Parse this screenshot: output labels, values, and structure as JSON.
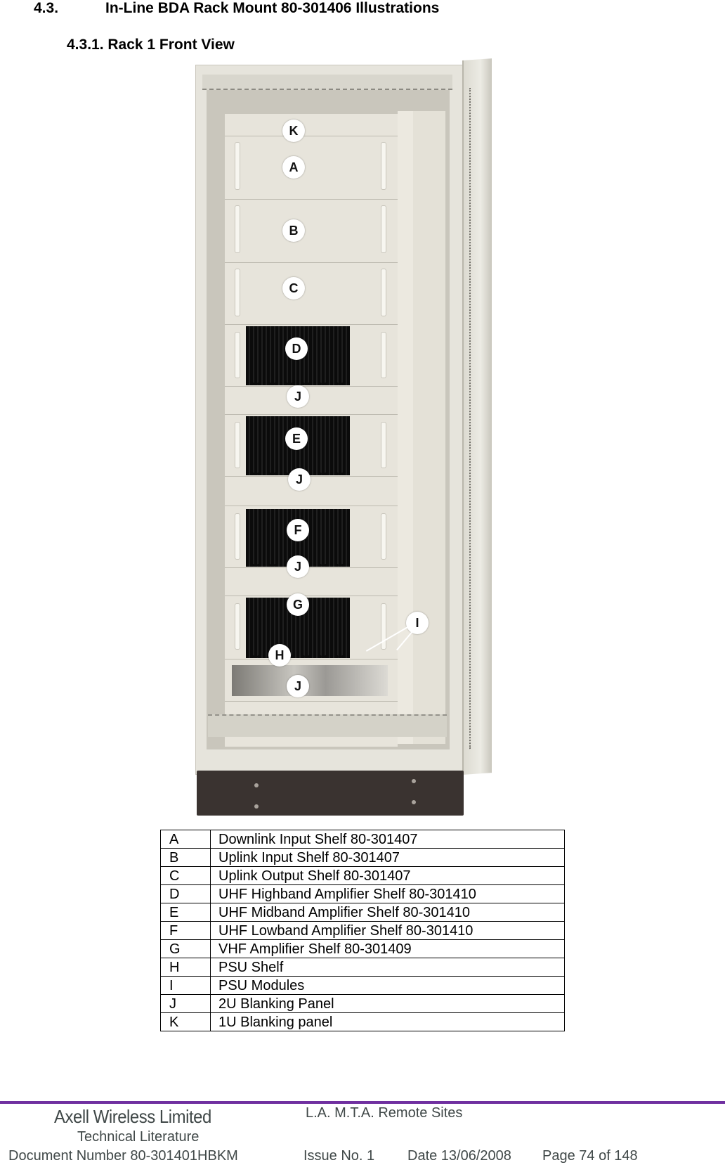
{
  "headings": {
    "section_number": "4.3.",
    "section_title": "In-Line BDA Rack Mount 80-301406 Illustrations",
    "subsection": "4.3.1. Rack 1 Front View"
  },
  "figure": {
    "description": "Photo of open equipment rack cabinet with labelled shelves",
    "callouts": [
      "K",
      "A",
      "B",
      "C",
      "D",
      "J",
      "E",
      "J",
      "F",
      "J",
      "G",
      "I",
      "H",
      "J"
    ]
  },
  "legend": {
    "rows": [
      {
        "key": "A",
        "desc": "Downlink Input Shelf 80-301407"
      },
      {
        "key": "B",
        "desc": "Uplink Input Shelf 80-301407"
      },
      {
        "key": "C",
        "desc": "Uplink Output Shelf 80-301407"
      },
      {
        "key": "D",
        "desc": "UHF Highband Amplifier Shelf 80-301410"
      },
      {
        "key": "E",
        "desc": "UHF Midband Amplifier Shelf 80-301410"
      },
      {
        "key": "F",
        "desc": "UHF Lowband Amplifier Shelf 80-301410"
      },
      {
        "key": "G",
        "desc": "VHF Amplifier Shelf 80-301409"
      },
      {
        "key": "H",
        "desc": "PSU Shelf"
      },
      {
        "key": "I",
        "desc": "PSU Modules"
      },
      {
        "key": "J",
        "desc": "2U Blanking Panel"
      },
      {
        "key": "K",
        "desc": "1U Blanking panel"
      }
    ]
  },
  "footer": {
    "company": "Axell Wireless Limited",
    "literature": "Technical Literature",
    "site": "L.A. M.T.A. Remote Sites",
    "document_number": "Document Number 80-301401HBKM",
    "issue": "Issue No. 1",
    "date": "Date 13/06/2008",
    "page": "Page 74 of 148",
    "rule_color": "#7030a0"
  }
}
